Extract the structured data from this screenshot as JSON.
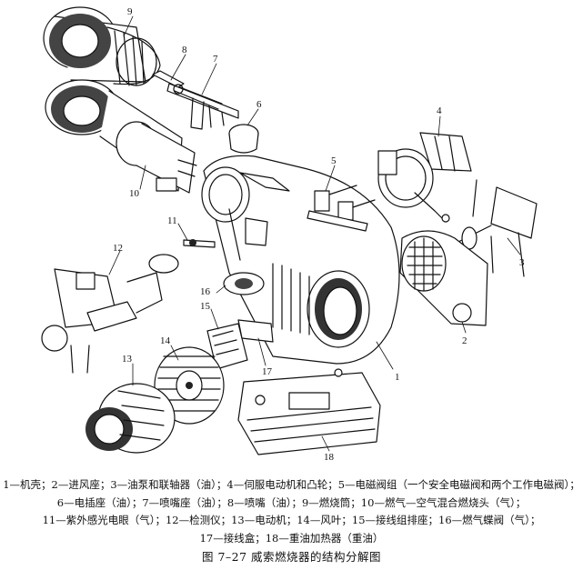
{
  "figure": {
    "callouts": [
      "1",
      "2",
      "3",
      "4",
      "5",
      "6",
      "7",
      "8",
      "9",
      "10",
      "11",
      "12",
      "13",
      "14",
      "15",
      "16",
      "17",
      "18"
    ]
  },
  "legend": {
    "lines": [
      "1—机壳；2—进风座；3—油泵和联轴器（油）；4—伺服电动机和凸轮；5—电磁阀组（一个安全电磁阀和两个工作电磁阀）；",
      "6—电插座（油）；7—喷嘴座（油）；8—喷嘴（油）；9—燃烧筒；10—燃气—空气混合燃烧头（气）；",
      "11—紫外感光电眼（气）；12—检测仪；13—电动机；14—风叶；15—接线组排座；16—燃气蝶阀（气）；",
      "17—接线盒；18—重油加热器（重油）"
    ]
  },
  "caption": {
    "title": "图 7–27    威索燃烧器的结构分解图"
  }
}
